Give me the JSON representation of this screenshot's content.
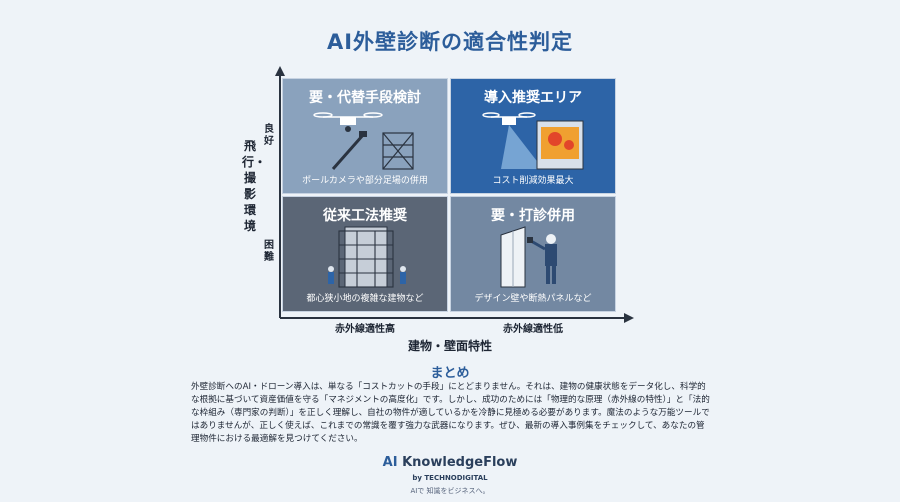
{
  "title": "AI外壁診断の適合性判定",
  "quadrants": {
    "top_left": {
      "title": "要・代替手段検討",
      "caption": "ポールカメラや部分足場の併用"
    },
    "top_right": {
      "title": "導入推奨エリア",
      "caption": "コスト削減効果最大"
    },
    "bottom_left": {
      "title": "従来工法推奨",
      "caption": "都心狭小地の複雑な建物など"
    },
    "bottom_right": {
      "title": "要・打診併用",
      "caption": "デザイン壁や断熱パネルなど"
    }
  },
  "axes": {
    "y_label": "飛行・撮影環境",
    "y_top": "良好",
    "y_bottom": "困難",
    "x_label": "建物・壁面特性",
    "x_left": "赤外線適性高",
    "x_right": "赤外線適性低"
  },
  "summary": {
    "heading": "まとめ",
    "text": "外壁診断へのAI・ドローン導入は、単なる「コストカットの手段」にとどまりません。それは、建物の健康状態をデータ化し、科学的な根拠に基づいて資産価値を守る「マネジメントの高度化」です。しかし、成功のためには「物理的な原理（赤外線の特性）」と「法的な枠組み（専門家の判断）」を正しく理解し、自社の物件が適しているかを冷静に見極める必要があります。魔法のような万能ツールではありませんが、正しく使えば、これまでの常識を覆す強力な武器になります。ぜひ、最新の導入事例集をチェックして、あなたの管理物件における最適解を見つけてください。"
  },
  "brand": {
    "ai": "AI",
    "name": "KnowledgeFlow",
    "by": "by TECHNODIGITAL",
    "tagline": "AIで 知識をビジネスへ。"
  },
  "colors": {
    "top_left": "#8aa2bd",
    "top_right": "#2d64a7",
    "bottom_left": "#5b6676",
    "bottom_right": "#7388a2",
    "accent": "#2c5d9a"
  }
}
